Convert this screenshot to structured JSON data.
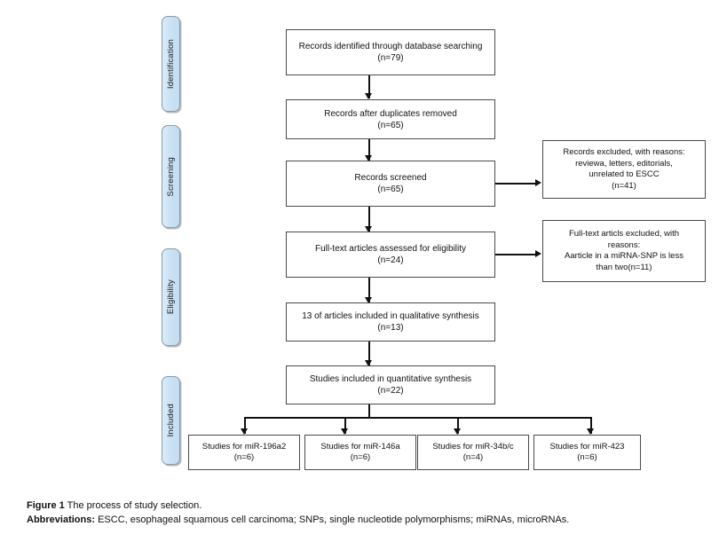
{
  "figure": {
    "caption_label": "Figure 1",
    "caption_text": "The process of study selection.",
    "abbrev_label": "Abbreviations:",
    "abbrev_text": "ESCC, esophageal squamous cell carcinoma; SNPs, single nucleotide polymorphisms; miRNAs, microRNAs."
  },
  "phases": [
    {
      "label": "Identification"
    },
    {
      "label": "Screening"
    },
    {
      "label": "Eligibility"
    },
    {
      "label": "Included"
    }
  ],
  "flow": {
    "identified": {
      "line1": "Records identified through database searching",
      "line2": "(n=79)"
    },
    "deduped": {
      "line1": "Records after duplicates removed",
      "line2": "(n=65)"
    },
    "screened": {
      "line1": "Records screened",
      "line2": "(n=65)"
    },
    "fulltext": {
      "line1": "Full-text articles assessed for eligibility",
      "line2": "(n=24)"
    },
    "qualitative": {
      "line1": "13 of articles included in qualitative synthesis",
      "line2": "(n=13)"
    },
    "quantitative": {
      "line1": "Studies included in quantitative synthesis",
      "line2": "(n=22)"
    }
  },
  "excluded": {
    "records": {
      "line1": "Records excluded, with reasons:",
      "line2": "reviewa, letters, editorials,",
      "line3": "unrelated to ESCC",
      "line4": "(n=41)"
    },
    "fulltext": {
      "line1": "Full-text articls excluded, with",
      "line2": "reasons:",
      "line3": "Aarticle in a miRNA-SNP is less",
      "line4": "than two(n=11)"
    }
  },
  "subgroups": [
    {
      "line1": "Studies for miR-196a2",
      "line2": "(n=6)"
    },
    {
      "line1": "Studies for miR-146a",
      "line2": "(n=6)"
    },
    {
      "line1": "Studies for miR-34b/c",
      "line2": "(n=4)"
    },
    {
      "line1": "Studies for miR-423",
      "line2": "(n=6)"
    }
  ],
  "colors": {
    "phase_fill": "#cbe2f4",
    "phase_border": "#8a9aa8",
    "node_border": "#4a4a4a",
    "connector": "#111111",
    "page_bg": "#ffffff"
  }
}
